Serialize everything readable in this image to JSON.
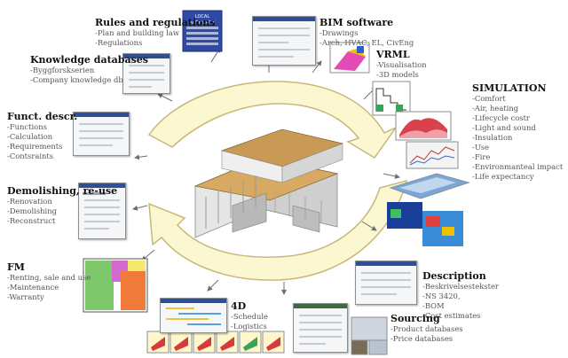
{
  "topics": {
    "rules": {
      "title": "Rules and regulations",
      "items": [
        "-Plan and building law",
        "-Regulations"
      ]
    },
    "bim": {
      "title": "BIM software",
      "items": [
        "-Drawings",
        "-Arch, HVAC, EL, CivEng"
      ]
    },
    "vrml": {
      "title": "VRML",
      "items": [
        "-Visualisation",
        "-3D models"
      ]
    },
    "knowledge": {
      "title": "Knowledge databases",
      "items": [
        "-Byggforskserien",
        "-Company knowledge db"
      ]
    },
    "simulation": {
      "title": "SIMULATION",
      "items": [
        "-Comfort",
        "-Air, heating",
        "-Lifecycle costr",
        "-Light and sound",
        "-Insulation",
        "-Use",
        "-Fire",
        "-Environmanteal impact",
        "-Life expectancy"
      ]
    },
    "funct": {
      "title": "Funct. descr.",
      "items": [
        "-Functions",
        "-Calculation",
        "-Requirements",
        "-Contsraints"
      ]
    },
    "demolish": {
      "title": "Demolishing, re-use",
      "items": [
        "-Renovation",
        "-Demolishing",
        "-Reconstruct"
      ]
    },
    "fm": {
      "title": "FM",
      "items": [
        "-Renting, sale and use",
        "-Maintenance",
        "-Warranty"
      ]
    },
    "fourd": {
      "title": "4D",
      "items": [
        "-Schedule",
        "-Logistics"
      ]
    },
    "description": {
      "title": "Description",
      "items": [
        "-Beskrivelsestekster",
        "-NS 3420,",
        "-BOM",
        "-Cost estimates"
      ]
    },
    "sourcing": {
      "title": "Sourcing",
      "items": [
        "-Product databases",
        "-Price databases"
      ]
    }
  },
  "authority_sign": {
    "line1": "LOCAL",
    "line2": "AUTHORITY"
  },
  "colors": {
    "cycle_fill": "#fbf7d0",
    "cycle_stroke": "#c9b77a",
    "arrow": "#6f6f6f",
    "sign_blue": "#2f4aa4"
  }
}
